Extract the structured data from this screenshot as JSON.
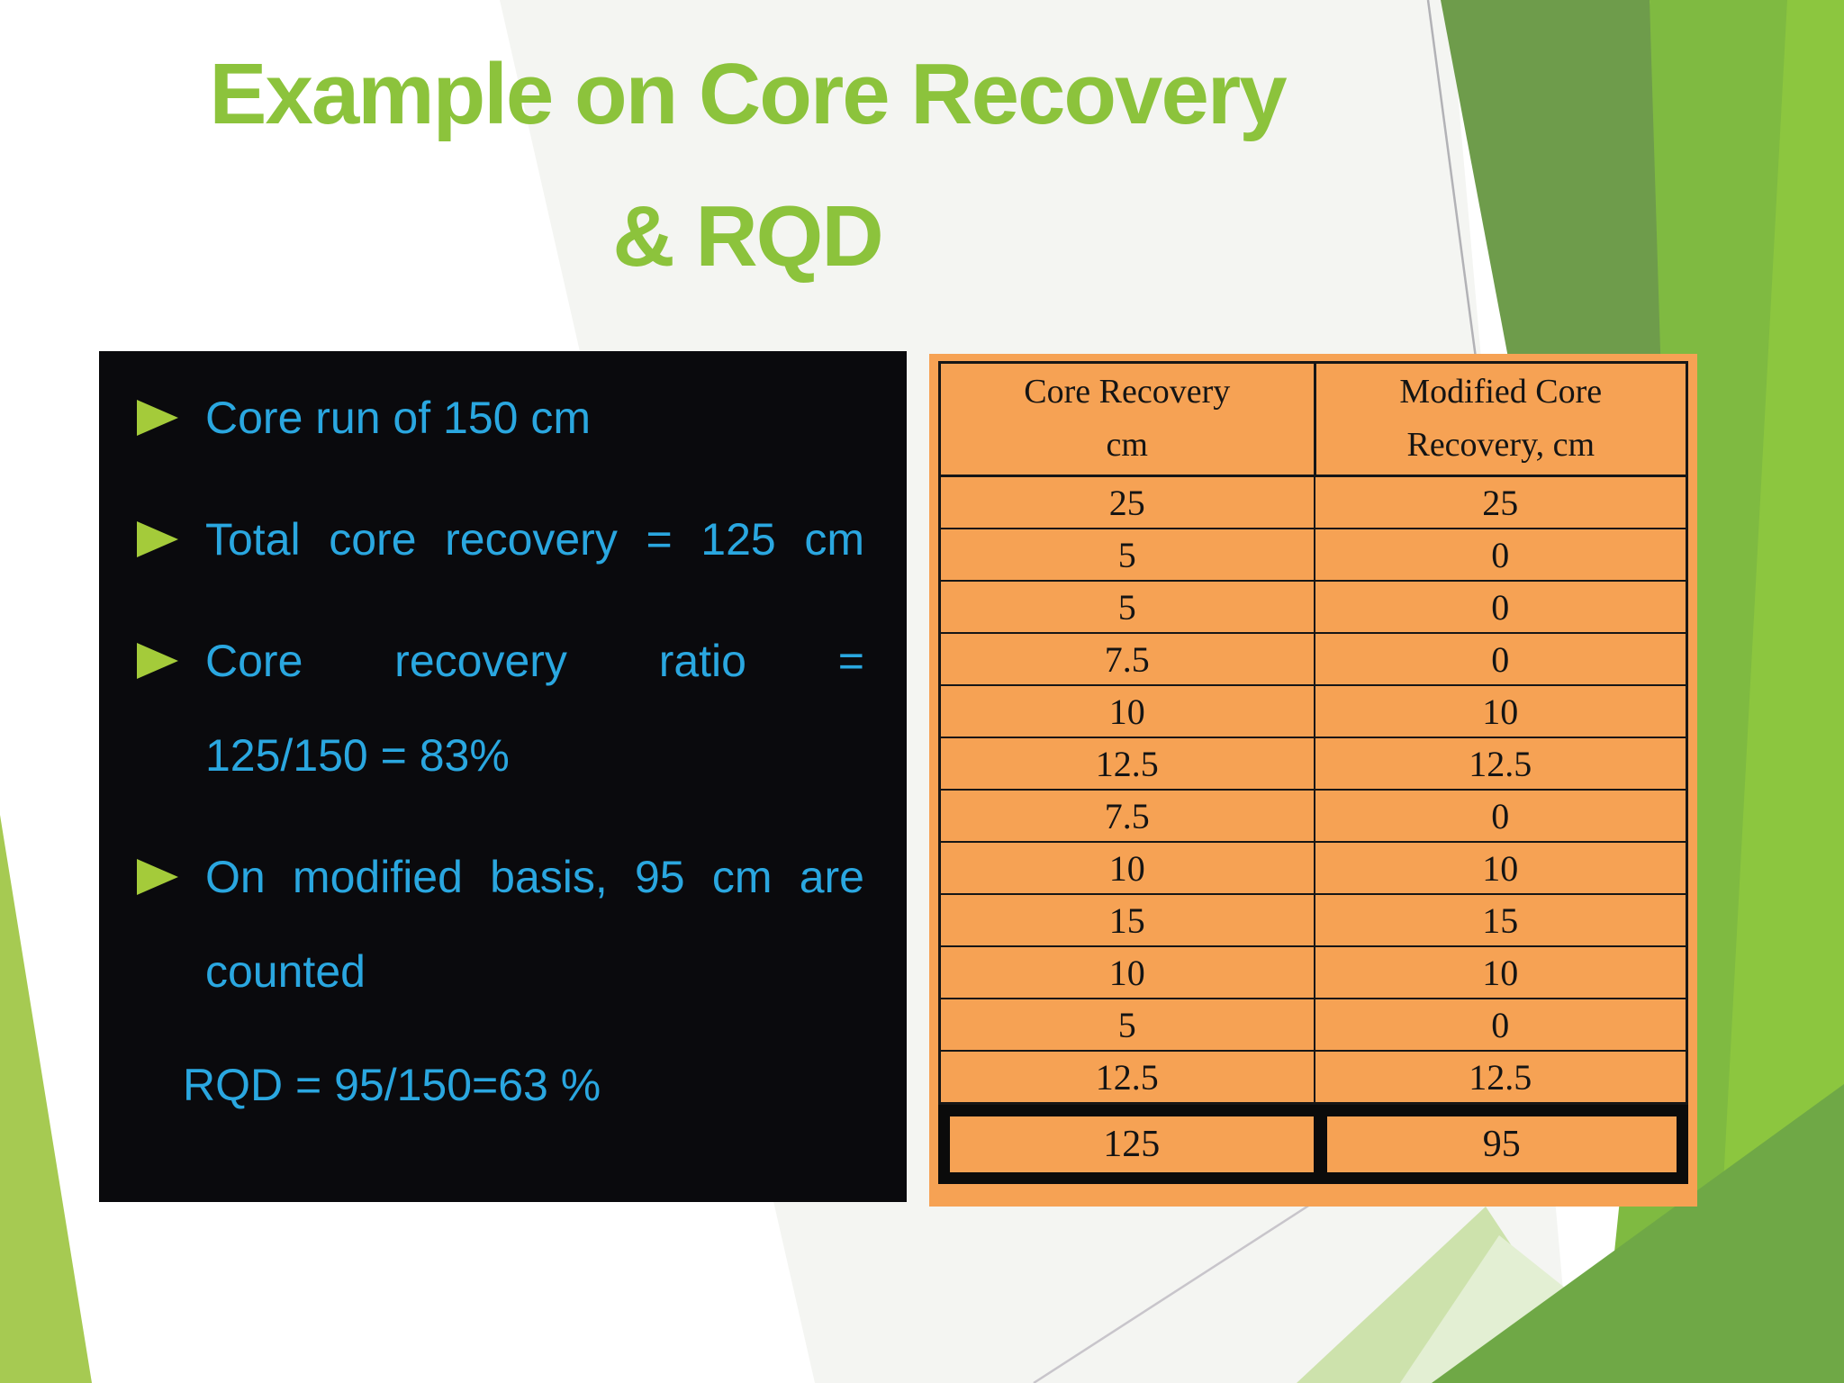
{
  "slide": {
    "title_line1": "Example on Core Recovery",
    "title_line2": "& RQD",
    "bullets": [
      {
        "lines": [
          {
            "text": "Core run of 150 cm",
            "justify": false
          }
        ]
      },
      {
        "lines": [
          {
            "text": "Total core recovery = 125 cm",
            "justify": true
          }
        ]
      },
      {
        "lines": [
          {
            "text": "Core recovery ratio =",
            "justify": true
          },
          {
            "text": "125/150 = 83%",
            "justify": false
          }
        ]
      },
      {
        "lines": [
          {
            "text": "On modified basis, 95 cm are",
            "justify": true
          },
          {
            "text": "counted",
            "justify": false
          }
        ]
      }
    ],
    "rqd_line": "RQD = 95/150=63 %",
    "table": {
      "col1_header_line1": "Core Recovery",
      "col1_header_line2": "cm",
      "col2_header_line1": "Modified Core",
      "col2_header_line2": "Recovery, cm",
      "rows": [
        [
          "25",
          "25"
        ],
        [
          "5",
          "0"
        ],
        [
          "5",
          "0"
        ],
        [
          "7.5",
          "0"
        ],
        [
          "10",
          "10"
        ],
        [
          "12.5",
          "12.5"
        ],
        [
          "7.5",
          "0"
        ],
        [
          "10",
          "10"
        ],
        [
          "15",
          "15"
        ],
        [
          "10",
          "10"
        ],
        [
          "5",
          "0"
        ],
        [
          "12.5",
          "12.5"
        ]
      ],
      "totals": [
        "125",
        "95"
      ]
    },
    "colors": {
      "title_green": "#8CC33C",
      "bullet_triangle_green": "#A4CB3A",
      "body_text_blue": "#2AA7E0",
      "panel_black": "#0A0A0D",
      "table_orange": "#F6A254",
      "table_border_black": "#161616",
      "facet_dark_olive": "#6E9C4B",
      "facet_bright_green": "#7FBA41",
      "facet_lime": "#8CC63F",
      "facet_medium_green": "#6FA846",
      "facet_pale_green": "#CDE2AC",
      "bottom_left_wedge": "#A6CA52"
    }
  },
  "chart_data": {
    "type": "table",
    "title": "Core Recovery vs Modified Core Recovery",
    "categories": [
      "Core Recovery cm",
      "Modified Core Recovery, cm"
    ],
    "series": [
      {
        "name": "Core Recovery cm",
        "values": [
          25,
          5,
          5,
          7.5,
          10,
          12.5,
          7.5,
          10,
          15,
          10,
          5,
          12.5
        ],
        "total": 125
      },
      {
        "name": "Modified Core Recovery, cm",
        "values": [
          25,
          0,
          0,
          0,
          10,
          12.5,
          0,
          10,
          15,
          10,
          0,
          12.5
        ],
        "total": 95
      }
    ]
  }
}
